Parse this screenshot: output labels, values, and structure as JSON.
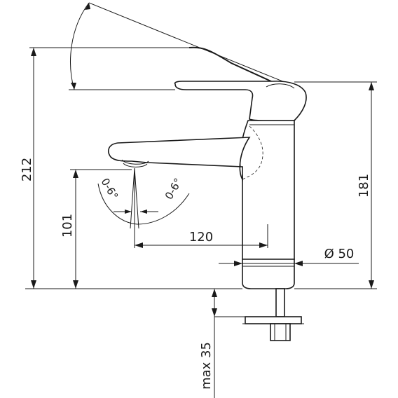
{
  "dimensions": {
    "total_height": "212",
    "body_height": "181",
    "spout_height": "101",
    "spout_reach": "120",
    "base_diameter": "Ø 50",
    "max_deck_thickness": "max 35"
  },
  "angles": {
    "left_tilt": "0-6°",
    "right_tilt": "0-6°"
  }
}
